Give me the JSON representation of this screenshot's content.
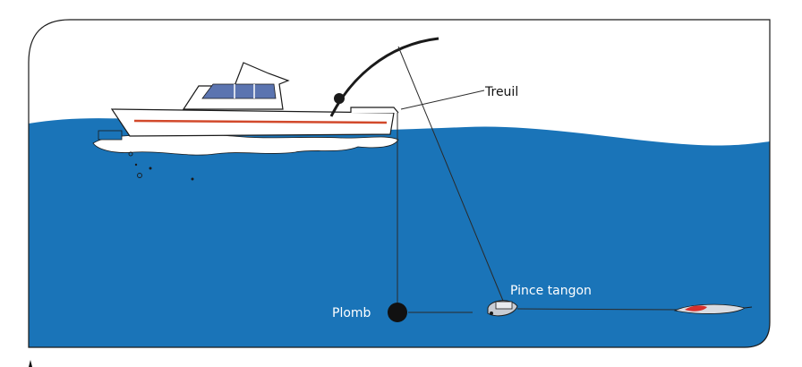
{
  "labels": {
    "winch": "Treuil",
    "sinker": "Plomb",
    "release_clip": "Pince tangon"
  },
  "colors": {
    "sea": "#1a74b8",
    "sky": "#ffffff",
    "frame": "#1a1a1a",
    "line": "#2a2a2a",
    "hull_stripe": "#d2492b",
    "cabin_window": "#5b74b0",
    "lure_red": "#d7302c",
    "sinker": "#111111",
    "label_dark": "#111111",
    "label_light": "#ffffff"
  },
  "icons": [
    "boat-icon",
    "fishing-rod-icon",
    "sinker-icon",
    "release-clip-icon",
    "lure-icon"
  ]
}
